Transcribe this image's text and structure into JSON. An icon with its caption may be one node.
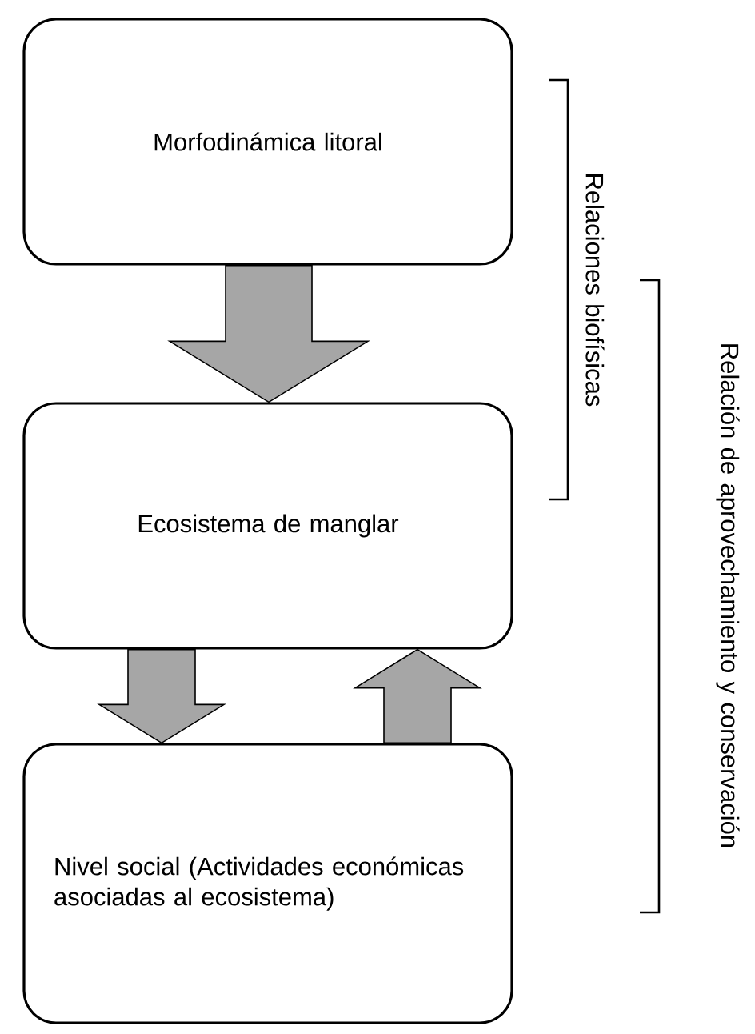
{
  "diagram": {
    "nodes": [
      {
        "text": [
          "Morfodinámica litoral"
        ]
      },
      {
        "text": [
          "Ecosistema de manglar"
        ]
      },
      {
        "text": [
          "Nivel social (Actividades económicas asociadas al ecosistema)"
        ]
      }
    ],
    "edges": [
      {
        "from": 0,
        "to": 1,
        "arrow": "to"
      },
      {
        "from": 1,
        "to": 2,
        "arrow": "to"
      },
      {
        "from": 2,
        "to": 1,
        "arrow": "to"
      }
    ],
    "labels": [
      "Relaciones biofísicas",
      "Relación de aprovechamiento y conservación"
    ]
  }
}
